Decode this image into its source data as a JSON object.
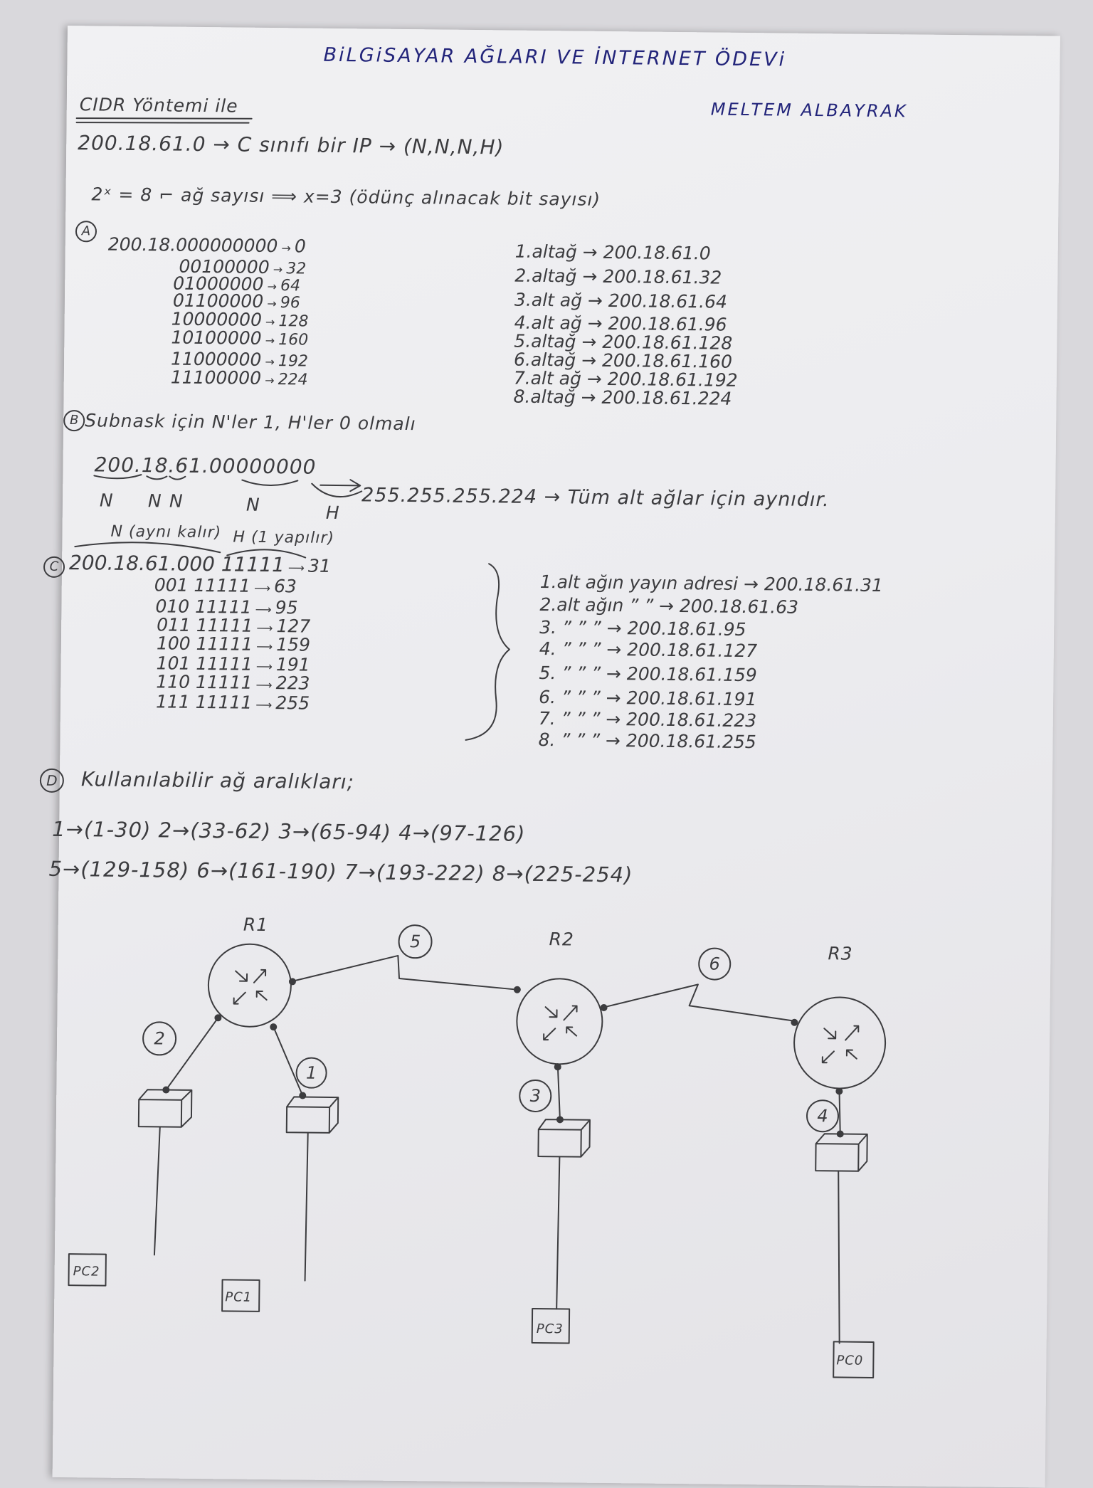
{
  "title": "BiLGiSAYAR AĞLARI VE İNTERNET ÖDEVi",
  "author": "MELTEM ALBAYRAK",
  "method": "CIDR Yöntemi ile",
  "intro": {
    "line1": "200.18.61.0 → C sınıfı bir IP → (N,N,N,H)",
    "line2": "2ˣ = 8 ⌐ ağ sayısı ⟹ x=3 (ödünç alınacak bit sayısı)"
  },
  "sectionA": {
    "marker": "A",
    "binary_rows": [
      {
        "bits": "200.18.000000000",
        "value": "0"
      },
      {
        "bits": "00100000",
        "value": "32"
      },
      {
        "bits": "01000000",
        "value": "64"
      },
      {
        "bits": "01100000",
        "value": "96"
      },
      {
        "bits": "10000000",
        "value": "128"
      },
      {
        "bits": "10100000",
        "value": "160"
      },
      {
        "bits": "11000000",
        "value": "192"
      },
      {
        "bits": "11100000",
        "value": "224"
      }
    ],
    "subnets": [
      "1.altağ → 200.18.61.0",
      "2.altağ → 200.18.61.32",
      "3.alt ağ → 200.18.61.64",
      "4.alt ağ → 200.18.61.96",
      "5.altağ → 200.18.61.128",
      "6.altağ → 200.18.61.160",
      "7.alt ağ → 200.18.61.192",
      "8.altağ → 200.18.61.224"
    ]
  },
  "sectionB": {
    "marker": "B",
    "heading": "Subnask için N'ler 1, H'ler 0 olmalı",
    "address": "200.18.61.00000000",
    "labels": [
      "N",
      "N",
      "N",
      "N",
      "H"
    ],
    "result": "255.255.255.224 → Tüm alt ağlar için aynıdır."
  },
  "sectionC": {
    "marker": "C",
    "n_label": "N (aynı kalır)",
    "h_label": "H (1 yapılır)",
    "rows": [
      {
        "bits": "200.18.61.000 11111",
        "value": "31"
      },
      {
        "bits": "001 11111",
        "value": "63"
      },
      {
        "bits": "010 11111",
        "value": "95"
      },
      {
        "bits": "011 11111",
        "value": "127"
      },
      {
        "bits": "100 11111",
        "value": "159"
      },
      {
        "bits": "101 11111",
        "value": "191"
      },
      {
        "bits": "110 11111",
        "value": "223"
      },
      {
        "bits": "111 11111",
        "value": "255"
      }
    ],
    "broadcast": [
      "1.alt ağın yayın adresi → 200.18.61.31",
      "2.alt ağın  ”  ” → 200.18.61.63",
      "3.  ”  ”  ” → 200.18.61.95",
      "4.  ”  ”  ” → 200.18.61.127",
      "5.  ”  ”  ” → 200.18.61.159",
      "6.  ”  ”  ” → 200.18.61.191",
      "7.  ”  ”  ” → 200.18.61.223",
      "8.  ”  ”  ” → 200.18.61.255"
    ]
  },
  "sectionD": {
    "marker": "D",
    "heading": "Kullanılabilir ağ aralıkları;",
    "ranges_row1": "1→(1-30)   2→(33-62)   3→(65-94)   4→(97-126)",
    "ranges_row2": "5→(129-158)  6→(161-190)  7→(193-222)  8→(225-254)"
  },
  "diagram": {
    "routers": [
      "R1",
      "R2",
      "R3"
    ],
    "link_labels": [
      "1",
      "2",
      "3",
      "4",
      "5",
      "6"
    ],
    "pcs": [
      "PC2",
      "PC1",
      "PC3",
      "PC0"
    ]
  },
  "colors": {
    "ink": "#22247a",
    "pencil": "#3c3c3f",
    "paper": "#ececef"
  }
}
